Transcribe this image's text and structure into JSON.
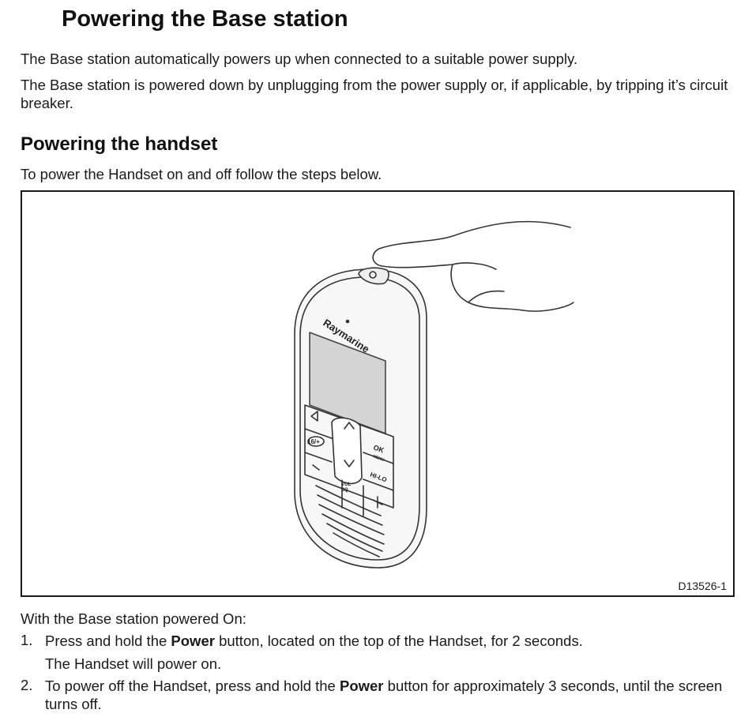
{
  "heading_base": "Powering the Base station",
  "para_base_1": "The Base station automatically powers up when connected to a suitable power supply.",
  "para_base_2": "The Base station is powered down by unplugging from the power supply or, if applicable, by tripping it’s circuit breaker.",
  "heading_handset": "Powering the handset",
  "para_handset_intro": "To power the Handset on and off follow the steps below.",
  "figure": {
    "code": "D13526-1",
    "brand": "Raymarine",
    "keys": {
      "sixteen_plus": "16/+",
      "ok": "OK",
      "menu": "MENU",
      "hilo": "HI-LO",
      "vol": "VOL",
      "sq": "SQ"
    }
  },
  "para_powered_on": "With the Base station powered On:",
  "steps": [
    {
      "num": "1.",
      "pre": "Press and hold the ",
      "bold": "Power",
      "post": " button, located on the top of the Handset, for 2 seconds.",
      "note": "The Handset will power on."
    },
    {
      "num": "2.",
      "pre": "To power off the Handset, press and hold the ",
      "bold": "Power",
      "post": " button for approximately 3 seconds, until the screen turns off."
    }
  ]
}
